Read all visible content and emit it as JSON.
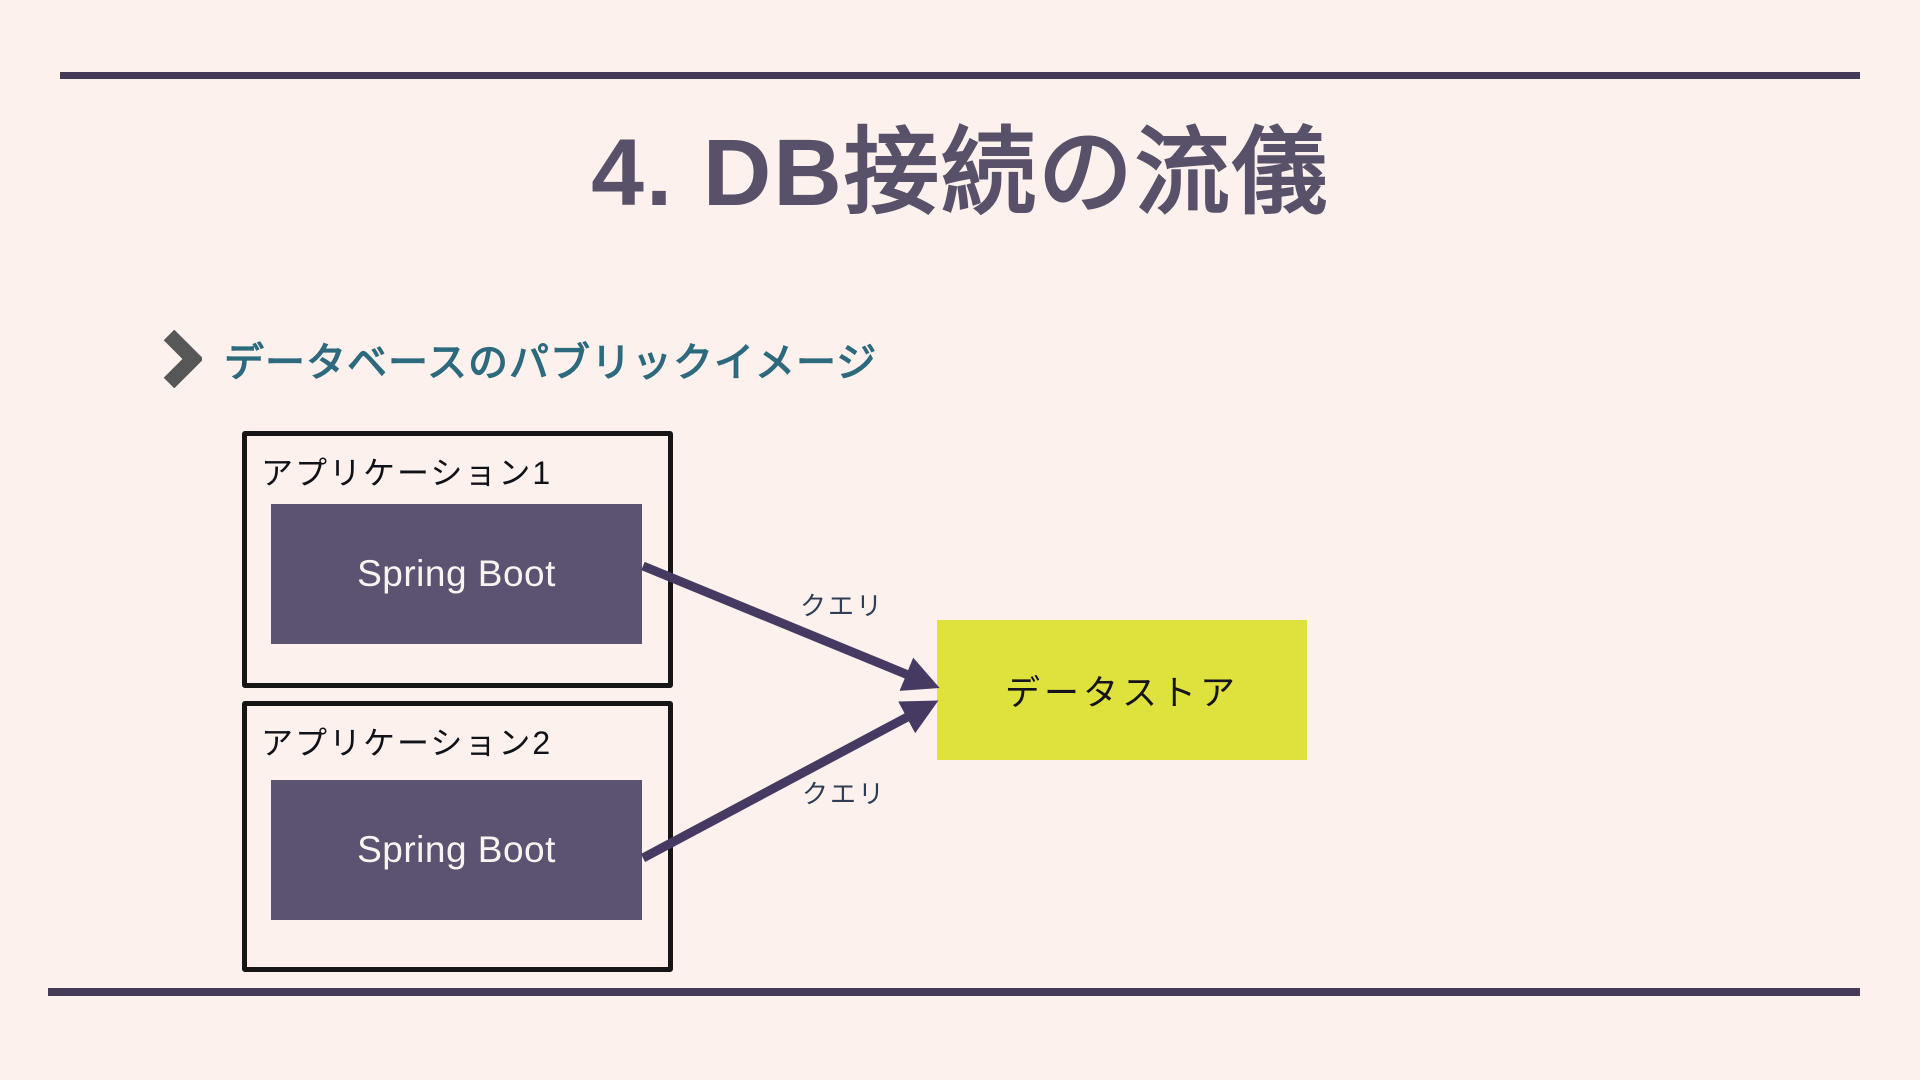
{
  "slide": {
    "title": "4. DB接続の流儀",
    "subtitle": "データベースのパブリックイメージ"
  },
  "icons": {
    "chevron_right": "❯"
  },
  "diagram": {
    "applications": [
      {
        "label": "アプリケーション1",
        "inner": "Spring Boot"
      },
      {
        "label": "アプリケーション2",
        "inner": "Spring Boot"
      }
    ],
    "datastore": {
      "label": "データストア"
    },
    "arrows": [
      {
        "label": "クエリ",
        "from": "Spring Boot (アプリケーション1)",
        "to": "データストア"
      },
      {
        "label": "クエリ",
        "from": "Spring Boot (アプリケーション2)",
        "to": "データストア"
      }
    ]
  },
  "colors": {
    "background": "#fcf1ec",
    "rule": "#453a59",
    "title": "#595169",
    "subtitle": "#2d6a7e",
    "chevron": "#575757",
    "box_border": "#161616",
    "springboot_bg": "#5c5372",
    "springboot_text": "#faf4f1",
    "datastore_bg": "#dfe23d",
    "datastore_text": "#14141c",
    "arrow": "#463a62",
    "query_label": "#2f3e56",
    "app_label": "#111118"
  }
}
